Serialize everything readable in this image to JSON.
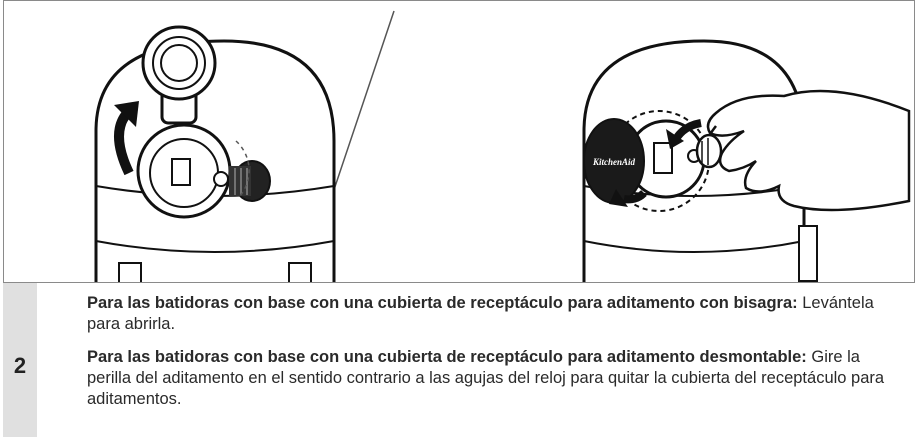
{
  "step": {
    "number": "2",
    "paragraphs": [
      {
        "bold": "Para las batidoras con base con una cubierta de receptáculo para aditamento con bisagra:",
        "text": " Levántela para abrirla."
      },
      {
        "bold": "Para las batidoras con base con una cubierta de receptáculo para aditamento desmontable:",
        "text": " Gire la perilla del aditamento en el sentido contrario a las agujas del reloj para quitar la cubierta del receptáculo para aditamentos."
      }
    ]
  },
  "illustration": {
    "cap_logo": "KitchenAid"
  }
}
